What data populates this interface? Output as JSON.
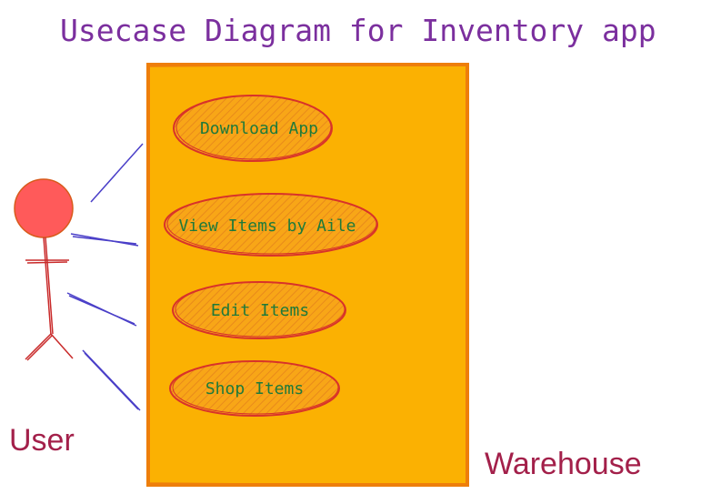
{
  "title": "Usecase Diagram for Inventory app",
  "actor": {
    "label": "User"
  },
  "system": {
    "label": "Warehouse"
  },
  "usecases": [
    {
      "label": "Download App"
    },
    {
      "label": "View Items by Aile"
    },
    {
      "label": "Edit Items"
    },
    {
      "label": "Shop Items"
    }
  ],
  "colors": {
    "title": "#7b2f9e",
    "system_fill": "#fbb102",
    "system_stroke": "#ee7e0b",
    "usecase_fill": "#f8a617",
    "usecase_stroke": "#d8332a",
    "usecase_text": "#1f7a3a",
    "actor_head": "#ff5a5a",
    "actor_stroke": "#c92a2a",
    "association": "#4a3fc8",
    "label": "#a3204a"
  }
}
